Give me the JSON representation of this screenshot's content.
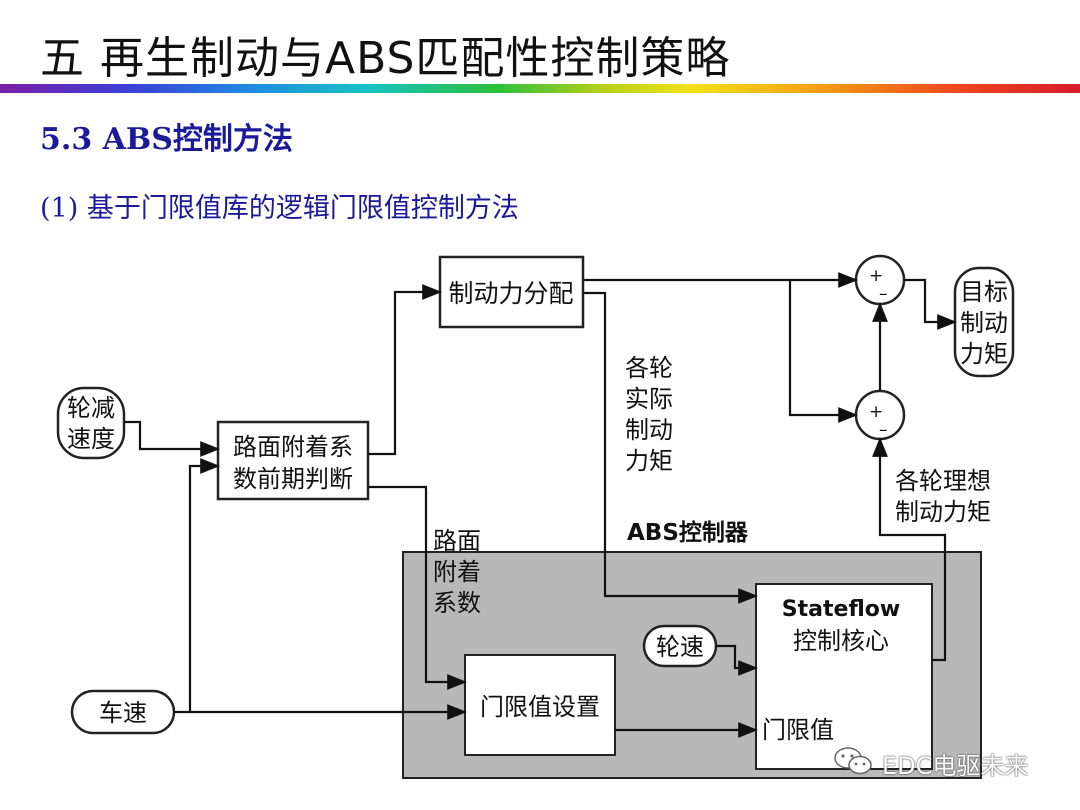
{
  "slide": {
    "title": "五  再生制动与ABS匹配性控制策略",
    "section": "5.3 ABS控制方法",
    "subtitle": "(1) 基于门限值库的逻辑门限值控制方法"
  },
  "diagram": {
    "nodes": {
      "wheel_decel": [
        "轮减",
        "速度"
      ],
      "road_adhesion_judge": [
        "路面附着系",
        "数前期判断"
      ],
      "brake_force_dist": "制动力分配",
      "target_torque": [
        "目标",
        "制动",
        "力矩"
      ],
      "vehicle_speed": "车速",
      "wheel_speed": "轮速",
      "threshold_setting": "门限值设置",
      "stateflow_core": [
        "Stateflow",
        "控制核心"
      ],
      "threshold_input": "门限值",
      "abs_controller_label": "ABS控制器",
      "sum_top_plus": "+",
      "sum_top_minus": "–",
      "sum_bottom_plus": "+",
      "sum_bottom_minus": "–"
    },
    "labels": {
      "actual_torque": [
        "各轮",
        "实际",
        "制动",
        "力矩"
      ],
      "road_coeff": [
        "路面",
        "附着",
        "系数"
      ],
      "ideal_torque": [
        "各轮理想",
        "制动力矩"
      ]
    }
  },
  "watermark": "EDC电驱未来"
}
